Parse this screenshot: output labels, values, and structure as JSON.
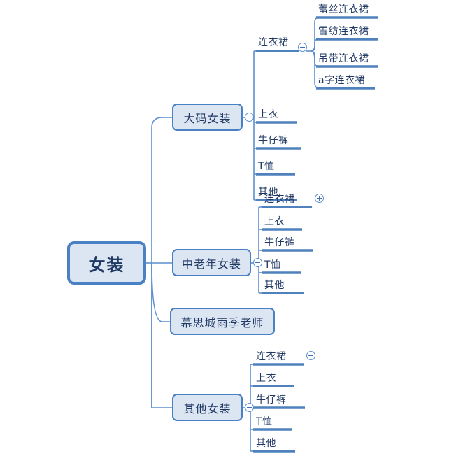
{
  "diagram": {
    "type": "mindmap",
    "title": "女装",
    "colors": {
      "node_fill": "#dce6f2",
      "node_border": "#4a80c4",
      "branch_line": "#5b8fd0",
      "underline": "#4f81bd",
      "text": "#1f3864",
      "background": "#ffffff"
    }
  },
  "root": {
    "label": "女装",
    "toggle": "none"
  },
  "branches": [
    {
      "label": "大码女装",
      "toggle": "minus",
      "children": [
        {
          "label": "连衣裙",
          "toggle": "minus",
          "children": [
            {
              "label": "蕾丝连衣裙",
              "toggle": "none"
            },
            {
              "label": "雪纺连衣裙",
              "toggle": "none"
            },
            {
              "label": "吊带连衣裙",
              "toggle": "none"
            },
            {
              "label": "a字连衣裙",
              "toggle": "none"
            }
          ]
        },
        {
          "label": "上衣",
          "toggle": "none",
          "children": []
        },
        {
          "label": "牛仔裤",
          "toggle": "none",
          "children": []
        },
        {
          "label": "T恤",
          "toggle": "none",
          "children": []
        },
        {
          "label": "其他",
          "toggle": "none",
          "children": []
        }
      ]
    },
    {
      "label": "中老年女装",
      "toggle": "minus",
      "children": [
        {
          "label": "连衣裙",
          "toggle": "plus",
          "children": []
        },
        {
          "label": "上衣",
          "toggle": "none",
          "children": []
        },
        {
          "label": "牛仔裤",
          "toggle": "none",
          "children": []
        },
        {
          "label": "T恤",
          "toggle": "none",
          "children": []
        },
        {
          "label": "其他",
          "toggle": "none",
          "children": []
        }
      ]
    },
    {
      "label": "幕思城雨季老师",
      "toggle": "none",
      "children": []
    },
    {
      "label": "其他女装",
      "toggle": "minus",
      "children": [
        {
          "label": "连衣裙",
          "toggle": "plus",
          "children": []
        },
        {
          "label": "上衣",
          "toggle": "none",
          "children": []
        },
        {
          "label": "牛仔裤",
          "toggle": "none",
          "children": []
        },
        {
          "label": "T恤",
          "toggle": "none",
          "children": []
        },
        {
          "label": "其他",
          "toggle": "none",
          "children": []
        }
      ]
    }
  ]
}
